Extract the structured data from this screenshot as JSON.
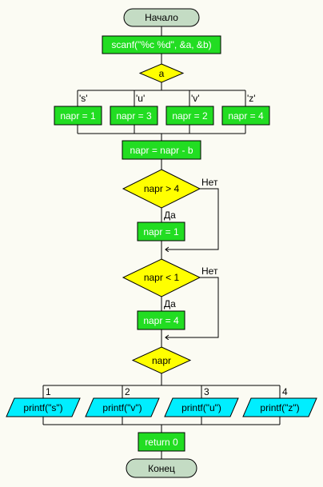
{
  "flowchart": {
    "start": "Начало",
    "input": "scanf(\"%c %d\", &a, &b)",
    "switch1": {
      "var": "a",
      "cases": [
        "'s'",
        "'u'",
        "'v'",
        "'z'"
      ],
      "actions": [
        "napr = 1",
        "napr = 3",
        "napr = 2",
        "napr = 4"
      ]
    },
    "calc": "napr = napr - b",
    "cond1": {
      "text": "napr > 4",
      "yes": "Да",
      "no": "Нет",
      "action": "napr = 1"
    },
    "cond2": {
      "text": "napr < 1",
      "yes": "Да",
      "no": "Нет",
      "action": "napr = 4"
    },
    "switch2": {
      "var": "napr",
      "cases": [
        "1",
        "2",
        "3",
        "4"
      ],
      "outputs": [
        "printf(\"s\")",
        "printf(\"v\")",
        "printf(\"u\")",
        "printf(\"z\")"
      ]
    },
    "return": "return 0",
    "end": "Конец"
  },
  "colors": {
    "process": "#22dd22",
    "decision": "#ffff00",
    "io": "#00eeff",
    "terminal": "#c4dcc4",
    "line": "#000000"
  }
}
